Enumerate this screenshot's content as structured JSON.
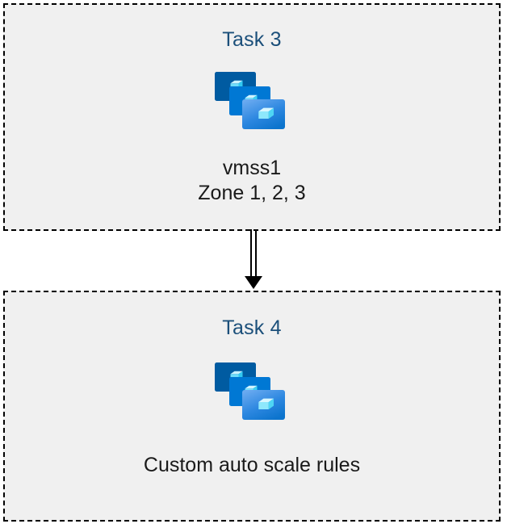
{
  "diagram": {
    "type": "flow",
    "background_color": "#ffffff",
    "box_fill_color": "#f0f0f0",
    "box_border_color": "#000000",
    "box_border_style": "dashed",
    "title_color": "#1b4f7a",
    "caption_color": "#1a1a1a",
    "arrow_color": "#000000",
    "nodes": [
      {
        "id": "task-3",
        "title": "Task 3",
        "icon": "vm-scale-set-icon",
        "caption": "vmss1\nZone 1, 2, 3"
      },
      {
        "id": "task-4",
        "title": "Task 4",
        "icon": "vm-scale-set-icon",
        "caption": "Custom auto scale rules"
      }
    ],
    "edges": [
      {
        "from": "task-3",
        "to": "task-4",
        "style": "double-line-arrow",
        "direction": "down"
      }
    ]
  },
  "icon_palette": {
    "monitor_back": "#005BA1",
    "monitor_mid": "#0078D4",
    "monitor_front_top": "#5EA0EF",
    "monitor_front_bottom": "#0E7AD4",
    "cube_light": "#C3F1FF",
    "cube_mid": "#9CEBFF",
    "cube_dark": "#50E6FF",
    "stand_gray": "#B3B3B3"
  }
}
